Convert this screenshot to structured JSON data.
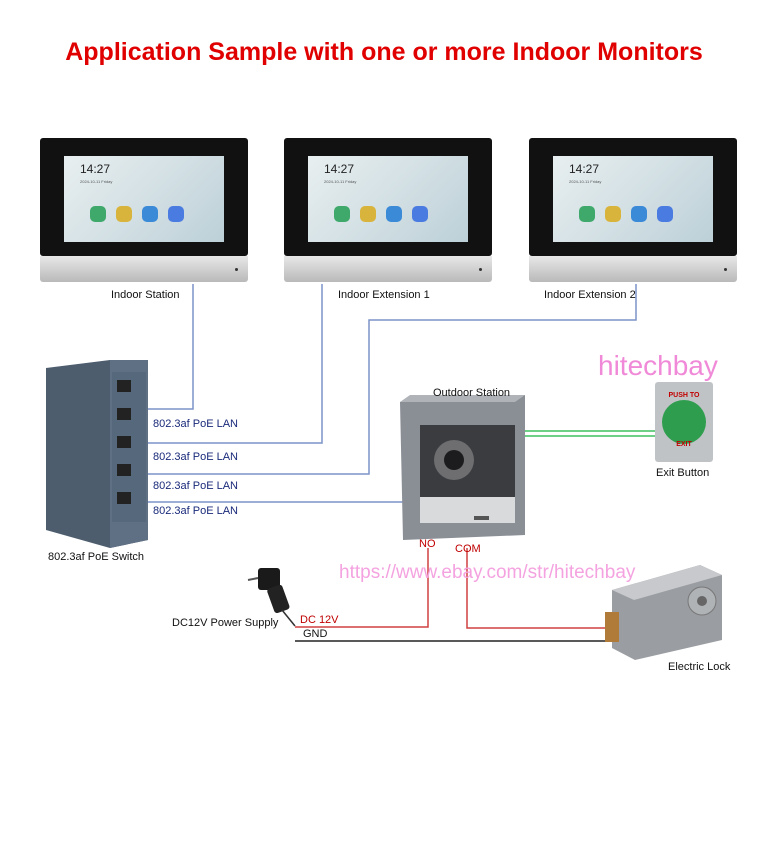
{
  "title": "Application Sample with one or more Indoor Monitors",
  "monitor_screen": {
    "time": "14:27",
    "date": "2024-10-11 Friday"
  },
  "monitors": [
    {
      "label": "Indoor Station"
    },
    {
      "label": "Indoor Extension 1"
    },
    {
      "label": "Indoor Extension 2"
    }
  ],
  "switch": {
    "label": "802.3af PoE Switch",
    "ports": [
      "802.3af PoE LAN",
      "802.3af PoE LAN",
      "802.3af PoE LAN",
      "802.3af PoE LAN"
    ]
  },
  "outdoor": {
    "label": "Outdoor Station",
    "no": "NO",
    "com": "COM"
  },
  "exit": {
    "label": "Exit Button",
    "push_to": "PUSH TO",
    "exit": "EXIT"
  },
  "power": {
    "label": "DC12V Power Supply",
    "dc": "DC 12V",
    "gnd": "GND"
  },
  "lock": {
    "label": "Electric Lock"
  },
  "watermark": "hitechbay",
  "url": "https://www.ebay.com/str/hitechbay",
  "colors": {
    "title": "#e00000",
    "lan_line": "#7b93c8",
    "green_line": "#3fbf5f",
    "red_line": "#d04040",
    "watermark": "#f08ad8"
  }
}
